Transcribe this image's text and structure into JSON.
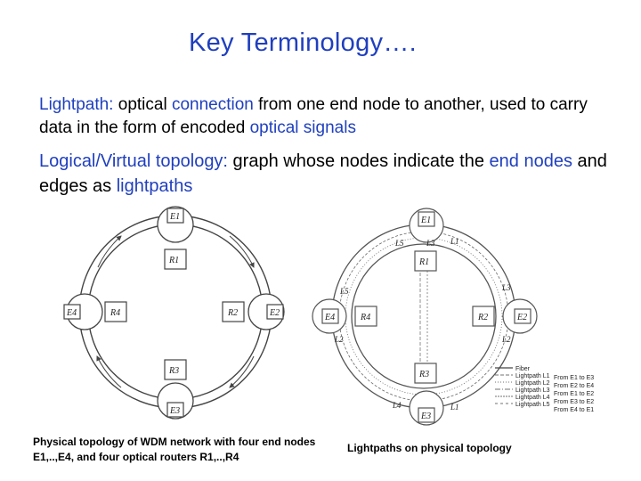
{
  "slide": {
    "title": "Key Terminology….",
    "para1": {
      "t1": "Lightpath:",
      "t2": " optical ",
      "t3": "connection",
      "t4": " from one end node to another, used to carry data in the form of encoded ",
      "t5": "optical signals"
    },
    "para2": {
      "t1": "Logical/Virtual topology:",
      "t2": " graph whose nodes indicate the ",
      "t3": "end nodes",
      "t4": " and edges as ",
      "t5": "lightpaths"
    },
    "caption_left": "Physical topology of WDM network with four end nodes E1,..,E4, and four optical routers R1,..,R4",
    "caption_right": "Lightpaths on physical topology"
  },
  "left_diagram": {
    "routers": [
      "R1",
      "R2",
      "R3",
      "R4"
    ],
    "end_nodes": [
      "E1",
      "E2",
      "E3",
      "E4"
    ]
  },
  "right_diagram": {
    "routers": [
      "R1",
      "R2",
      "R3",
      "R4"
    ],
    "end_nodes": [
      "E1",
      "E2",
      "E3",
      "E4"
    ],
    "path_labels": [
      "L5",
      "L3",
      "L1",
      "L5",
      "L3",
      "L2",
      "L2",
      "L4",
      "L1"
    ],
    "legend": [
      {
        "label": "Fiber",
        "desc": ""
      },
      {
        "label": "Lightpath L1",
        "desc": "From E1 to E3"
      },
      {
        "label": "Lightpath L2",
        "desc": "From E2 to E4"
      },
      {
        "label": "Lightpath L3",
        "desc": "From E1 to E2"
      },
      {
        "label": "Lightpath L4",
        "desc": "From E3 to E2"
      },
      {
        "label": "Lightpath L5",
        "desc": "From E4 to E1"
      }
    ]
  }
}
